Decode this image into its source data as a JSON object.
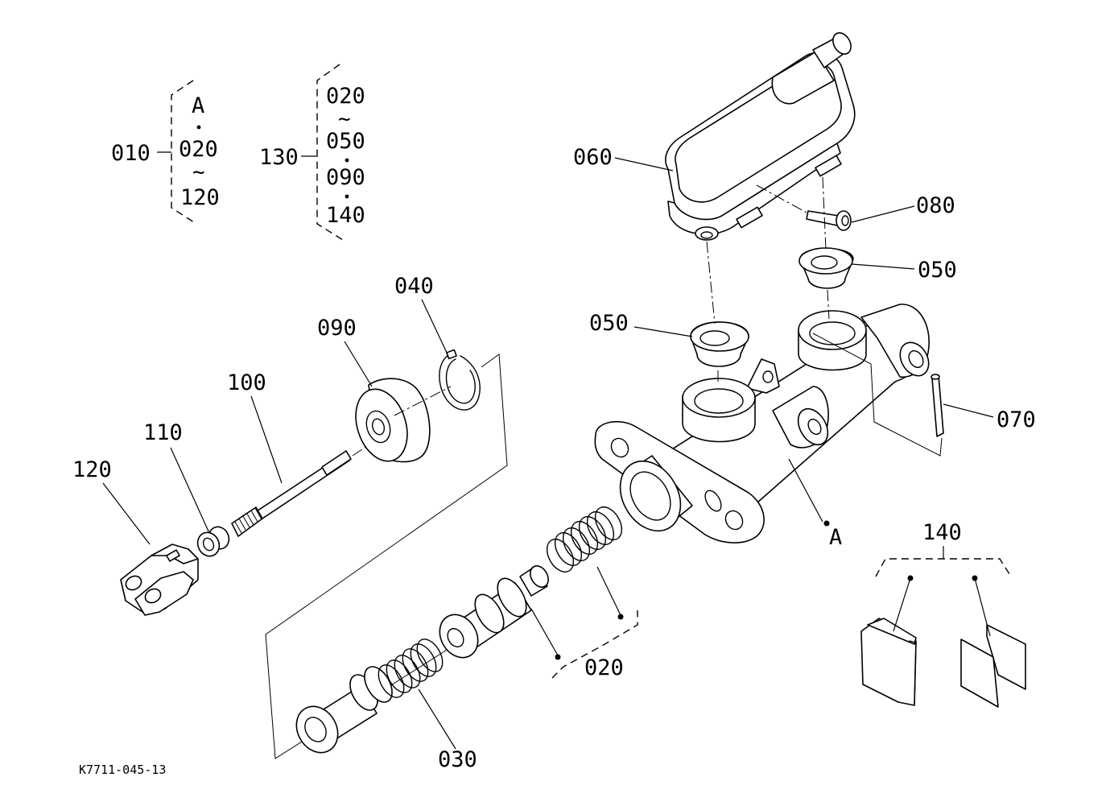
{
  "groups": {
    "g010": {
      "label": "010",
      "items": [
        "A",
        "020",
        "120"
      ]
    },
    "g130": {
      "label": "130",
      "items": [
        "020",
        "050",
        "090",
        "140"
      ]
    }
  },
  "callouts": {
    "c040": "040",
    "c090": "090",
    "c100": "100",
    "c110": "110",
    "c120": "120",
    "c060": "060",
    "c080": "080",
    "c050_top": "050",
    "c050_left": "050",
    "c070": "070",
    "c_a": "A",
    "c140": "140",
    "c020": "020",
    "c030": "030"
  },
  "figure_code": "K7711-045-13"
}
